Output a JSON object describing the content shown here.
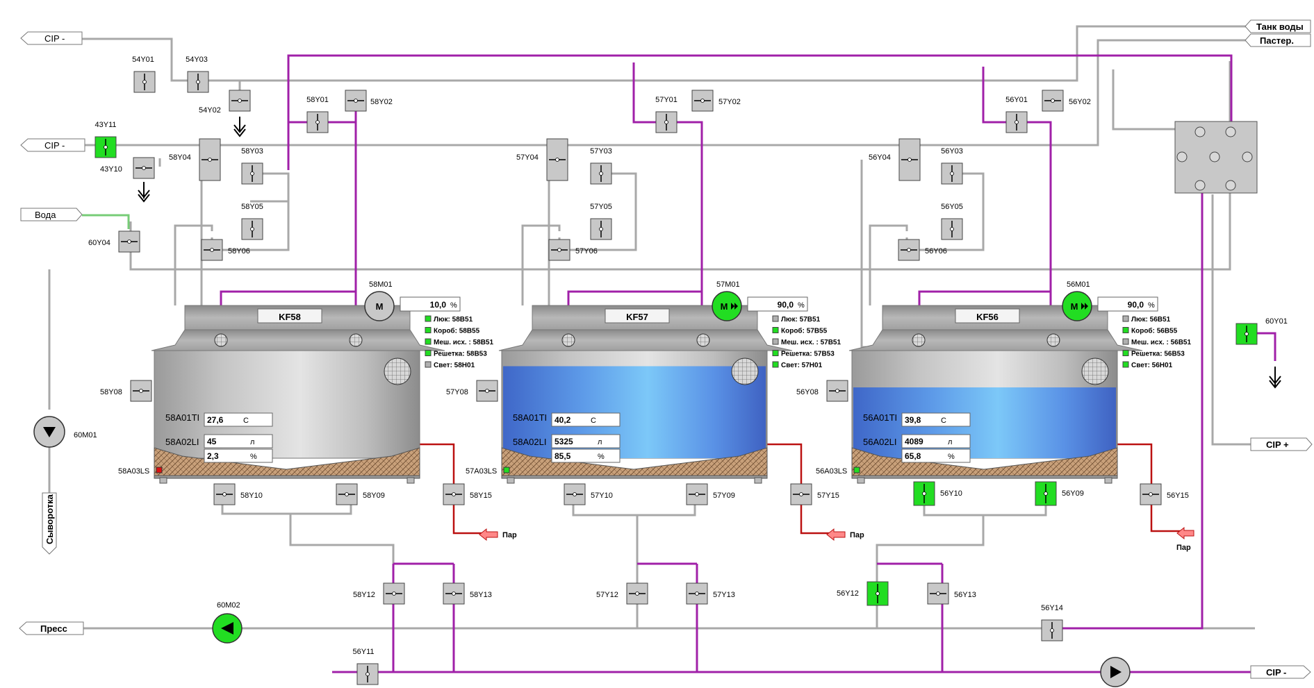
{
  "colors": {
    "pipe_gray": "#a8a8a8",
    "pipe_purple": "#a020a8",
    "pipe_green": "#77cc77",
    "pipe_red": "#bb1111",
    "active": "#22dd22",
    "inactive": "#c0c0c0",
    "liquid": "#4f7fd8"
  },
  "io_tags": {
    "cip_minus_top": "CIP -",
    "cip_minus_mid": "CIP -",
    "voda": "Вода",
    "press": "Пресс",
    "syvorotka": "Сыворотка",
    "tank_vody": "Танк воды",
    "paster": "Пастер.",
    "cip_plus": "CIP +",
    "cip_minus_bottom": "CIP -",
    "par1": "Пар",
    "par2": "Пар",
    "par3": "Пар"
  },
  "valves": {
    "y54Y01": "54Y01",
    "y54Y03": "54Y03",
    "y54Y02": "54Y02",
    "y43Y11": "43Y11",
    "y43Y10": "43Y10",
    "y60Y04": "60Y04",
    "y58Y01": "58Y01",
    "y58Y02": "58Y02",
    "y58Y03": "58Y03",
    "y58Y04": "58Y04",
    "y58Y05": "58Y05",
    "y58Y06": "58Y06",
    "y58Y08": "58Y08",
    "y58Y09": "58Y09",
    "y58Y10": "58Y10",
    "y58Y12": "58Y12",
    "y58Y13": "58Y13",
    "y58Y15": "58Y15",
    "y57Y01": "57Y01",
    "y57Y02": "57Y02",
    "y57Y03": "57Y03",
    "y57Y04": "57Y04",
    "y57Y05": "57Y05",
    "y57Y06": "57Y06",
    "y57Y08": "57Y08",
    "y57Y09": "57Y09",
    "y57Y10": "57Y10",
    "y57Y12": "57Y12",
    "y57Y13": "57Y13",
    "y57Y15": "57Y15",
    "y56Y01": "56Y01",
    "y56Y02": "56Y02",
    "y56Y03": "56Y03",
    "y56Y04": "56Y04",
    "y56Y05": "56Y05",
    "y56Y06": "56Y06",
    "y56Y08": "56Y08",
    "y56Y09": "56Y09",
    "y56Y10": "56Y10",
    "y56Y12": "56Y12",
    "y56Y13": "56Y13",
    "y56Y14": "56Y14",
    "y56Y15": "56Y15",
    "y56Y11": "56Y11",
    "y60Y01": "60Y01"
  },
  "pumps": {
    "p60M01": "60M01",
    "p60M02": "60M02"
  },
  "tanks": [
    {
      "name": "KF58",
      "motor_tag": "58M01",
      "motor_label": "M",
      "motor_speed": "10,0",
      "speed_unit": "%",
      "fill_fraction": 0.0,
      "temp_tag": "58A01TI",
      "temp_value": "27,6",
      "temp_unit": "С",
      "level_tag": "58A02LI",
      "level_value": "45",
      "level_unit": "л",
      "level_pct": "2,3",
      "pct_unit": "%",
      "ls_tag": "58A03LS",
      "status": [
        {
          "label": "Люк: 58B51",
          "on": true
        },
        {
          "label": "Короб: 58B55",
          "on": true
        },
        {
          "label": "Меш. исх. : 58B51",
          "on": true
        },
        {
          "label": "Решетка: 58B53",
          "on": true
        },
        {
          "label": "Свет: 58H01",
          "on": false
        }
      ]
    },
    {
      "name": "KF57",
      "motor_tag": "57M01",
      "motor_label": "M",
      "motor_speed": "90,0",
      "speed_unit": "%",
      "fill_fraction": 0.855,
      "temp_tag": "58A01TI",
      "temp_value": "40,2",
      "temp_unit": "С",
      "level_tag": "58A02LI",
      "level_value": "5325",
      "level_unit": "л",
      "level_pct": "85,5",
      "pct_unit": "%",
      "ls_tag": "57A03LS",
      "status": [
        {
          "label": "Люк: 57B51",
          "on": false
        },
        {
          "label": "Короб: 57B55",
          "on": true
        },
        {
          "label": "Меш. исх. : 57B51",
          "on": false
        },
        {
          "label": "Решетка: 57B53",
          "on": true
        },
        {
          "label": "Свет: 57H01",
          "on": true
        }
      ]
    },
    {
      "name": "KF56",
      "motor_tag": "56M01",
      "motor_label": "M",
      "motor_speed": "90,0",
      "speed_unit": "%",
      "fill_fraction": 0.658,
      "temp_tag": "56A01TI",
      "temp_value": "39,8",
      "temp_unit": "С",
      "level_tag": "56A02LI",
      "level_value": "4089",
      "level_unit": "л",
      "level_pct": "65,8",
      "pct_unit": "%",
      "ls_tag": "56A03LS",
      "status": [
        {
          "label": "Люк: 56B51",
          "on": false
        },
        {
          "label": "Короб: 56B55",
          "on": true
        },
        {
          "label": "Меш. исх. : 56B51",
          "on": false
        },
        {
          "label": "Решетка: 56B53",
          "on": true
        },
        {
          "label": "Свет: 56H01",
          "on": true
        }
      ]
    }
  ]
}
